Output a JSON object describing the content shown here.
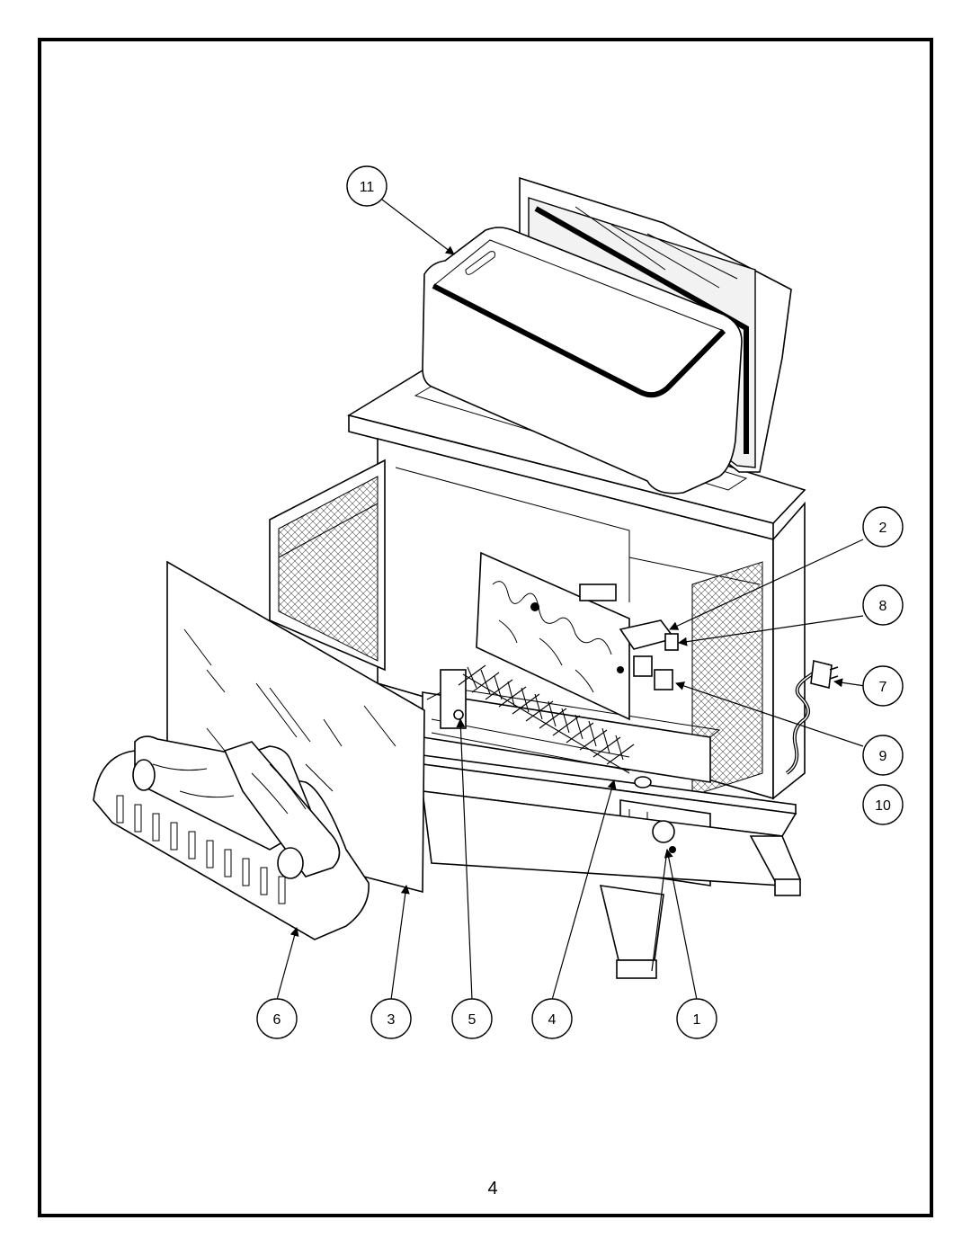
{
  "page": {
    "number": "4"
  },
  "callouts": [
    {
      "label": "11"
    },
    {
      "label": "2"
    },
    {
      "label": "8"
    },
    {
      "label": "7"
    },
    {
      "label": "9"
    },
    {
      "label": "10"
    },
    {
      "label": "6"
    },
    {
      "label": "3"
    },
    {
      "label": "5"
    },
    {
      "label": "4"
    },
    {
      "label": "1"
    }
  ]
}
